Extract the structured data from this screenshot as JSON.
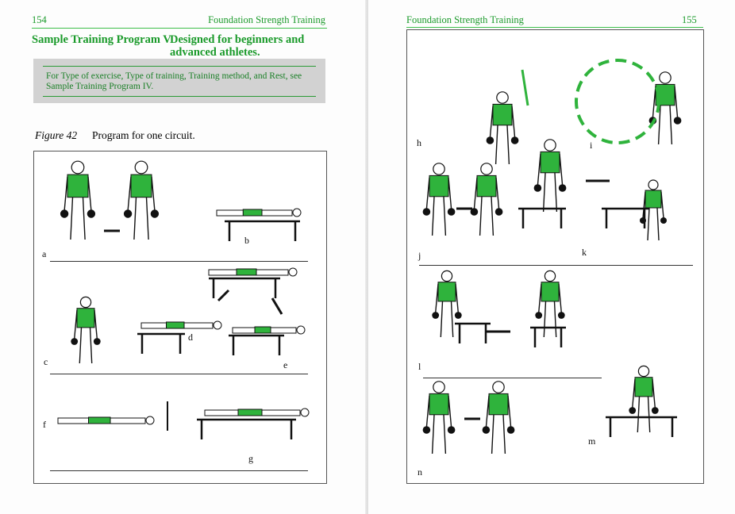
{
  "left_page": {
    "page_number": "154",
    "running_header": "Foundation Strength Training",
    "program_title": "Sample Training Program V",
    "program_subtitle_line1": "Designed for beginners and",
    "program_subtitle_line2": "advanced athletes.",
    "note_line1": "For Type of exercise, Type of training, Training method, and Rest, see",
    "note_line2": "Sample Training Program IV.",
    "figure_label": "Figure 42",
    "figure_caption": "Program for one circuit.",
    "panel_labels": [
      "a",
      "b",
      "c",
      "d",
      "e",
      "f",
      "g"
    ]
  },
  "right_page": {
    "page_number": "155",
    "running_header": "Foundation Strength Training",
    "panel_labels": [
      "h",
      "i",
      "j",
      "k",
      "l",
      "m",
      "n"
    ]
  },
  "colors": {
    "accent_green": "#1a9a2a",
    "note_bg": "#d2d2d2",
    "shirt_green": "#2fb33c"
  }
}
